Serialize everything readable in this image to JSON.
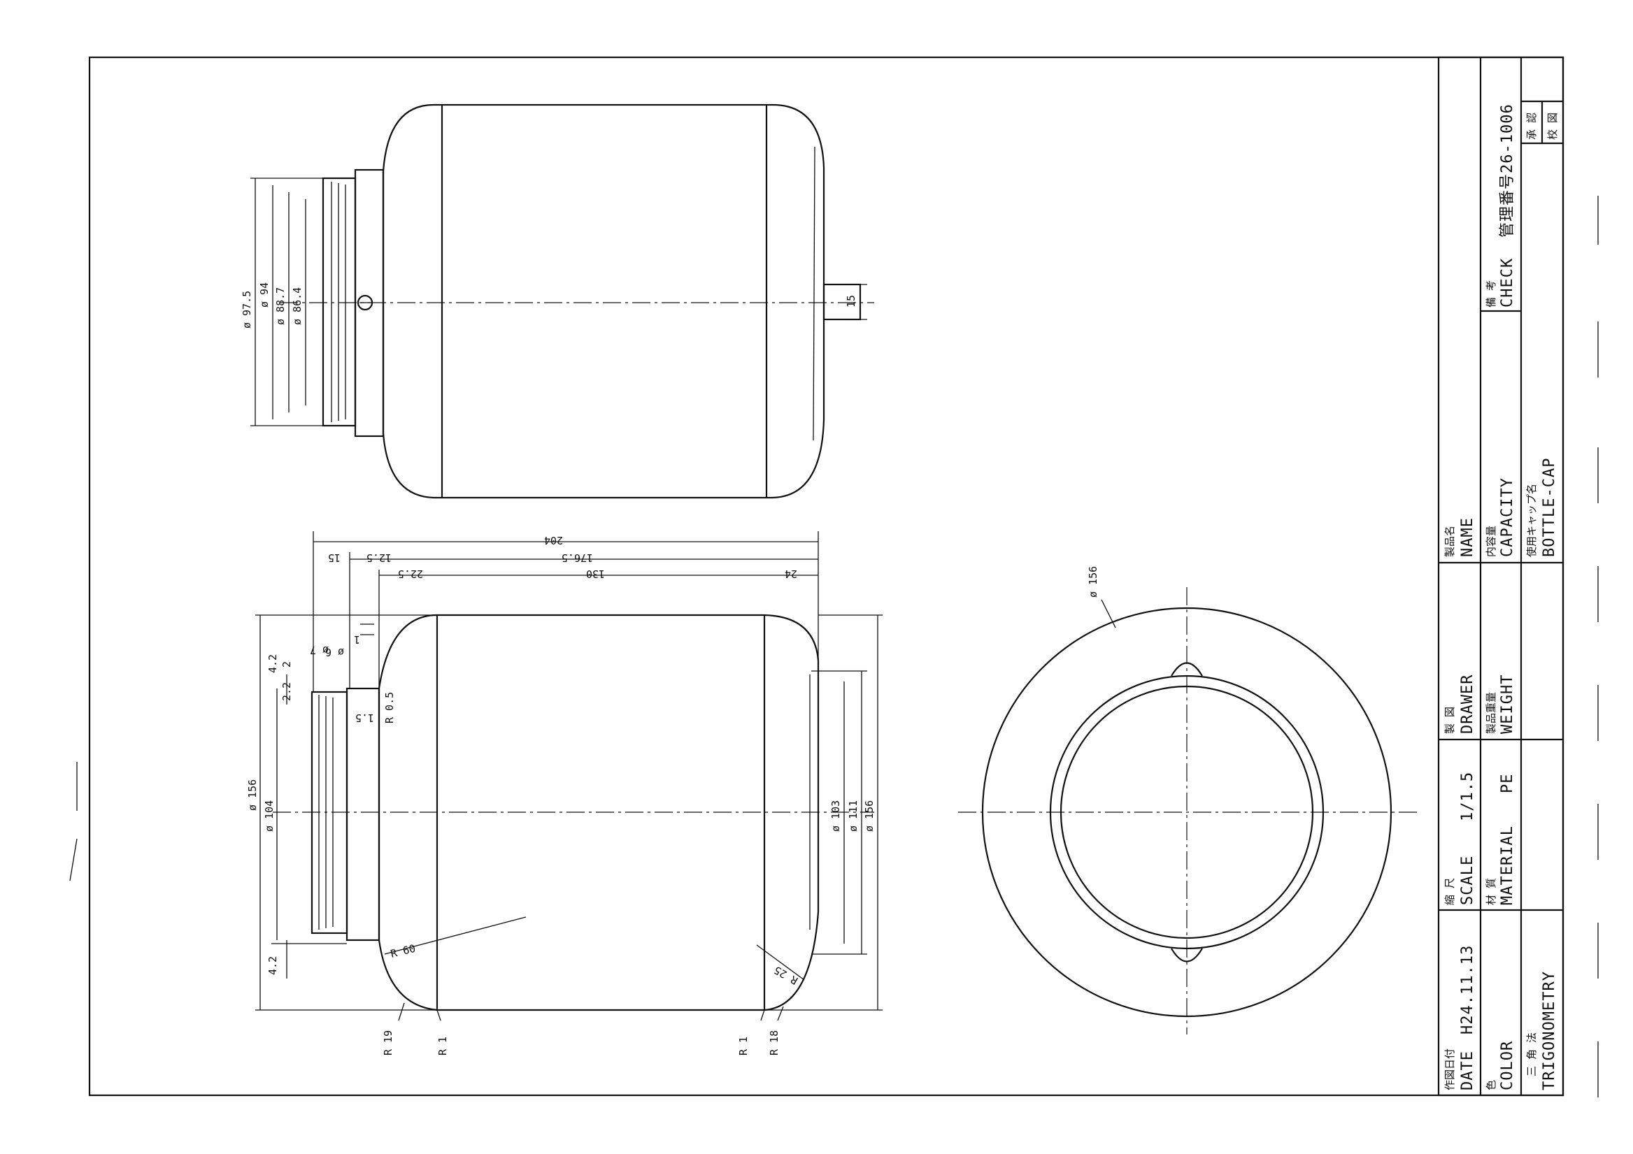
{
  "title_block": {
    "date_jp": "作図日付",
    "date_label": "DATE",
    "date_value": "H24.11.13",
    "scale_jp": "縮 尺",
    "scale_label": "SCALE",
    "scale_value": "1/1.5",
    "drawer_jp": "製 図",
    "drawer_label": "DRAWER",
    "name_jp": "製品名",
    "name_label": "NAME",
    "color_jp": "色",
    "color_label": "COLOR",
    "material_jp": "材 質",
    "material_label": "MATERIAL",
    "material_value": "PE",
    "weight_jp": "製品重量",
    "weight_label": "WEIGHT",
    "capacity_jp": "内容量",
    "capacity_label": "CAPACITY",
    "check_jp": "備 考",
    "check_label": "CHECK",
    "control_number": "管理番号26-1006",
    "projection_jp": "三 角 法",
    "projection_label": "TRIGONOMETRY",
    "cap_jp": "使用キャップ名",
    "cap_label": "BOTTLE-CAP",
    "approval_1": "承 認",
    "approval_2": "校 図"
  },
  "dims_top_view": {
    "d_975": "ø 97.5",
    "d_94": "ø 94",
    "d_887": "ø 88.7",
    "d_864": "ø 86.4",
    "h_15": "15"
  },
  "dims_side_view": {
    "len_204": "204",
    "len_1765": "176.5",
    "len_130": "130",
    "len_225": "22.5",
    "len_24": "24",
    "len_15": "15",
    "len_125": "12.5",
    "dia_156_left": "ø 156",
    "dia_104": "ø 104",
    "dia_103": "ø 103",
    "dia_111": "ø 111",
    "dia_156_right": "ø 156",
    "r_60": "R 60",
    "r_25": "R 25",
    "r_19": "R 19",
    "r_1_left": "R 1",
    "r_1_right": "R 1",
    "r_18": "R 18",
    "r_05": "R 0.5",
    "t_42_top": "4.2",
    "t_22": "2.2",
    "t_2": "2",
    "t_42_bottom": "4.2",
    "t_7": "ø 7",
    "t_6": "ø 6",
    "t_1": "1",
    "t_15": "1.5"
  },
  "dims_end_view": {
    "d_156": "ø 156"
  }
}
